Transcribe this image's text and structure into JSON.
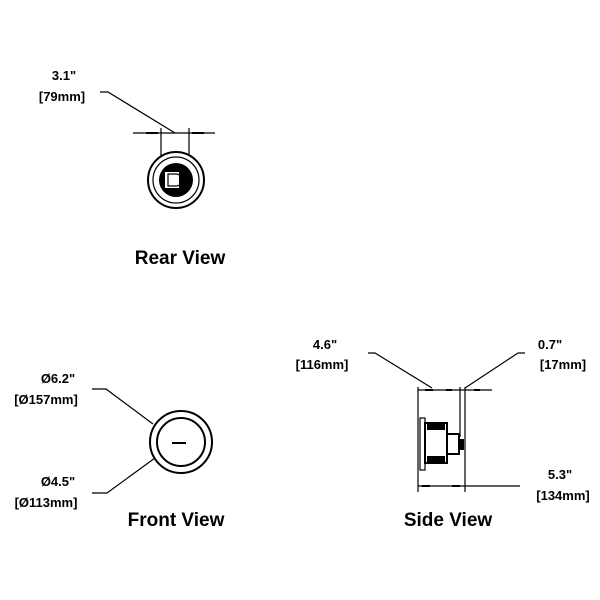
{
  "rear_view": {
    "title": "Rear View",
    "width_in": "3.1\"",
    "width_mm": "[79mm]"
  },
  "front_view": {
    "title": "Front View",
    "outer_diameter_in": "Ø6.2\"",
    "outer_diameter_mm": "[Ø157mm]",
    "inner_diameter_in": "Ø4.5\"",
    "inner_diameter_mm": "[Ø113mm]"
  },
  "side_view": {
    "title": "Side View",
    "depth_in": "4.6\"",
    "depth_mm": "[116mm]",
    "flange_in": "0.7\"",
    "flange_mm": "[17mm]",
    "total_in": "5.3\"",
    "total_mm": "[134mm]"
  }
}
